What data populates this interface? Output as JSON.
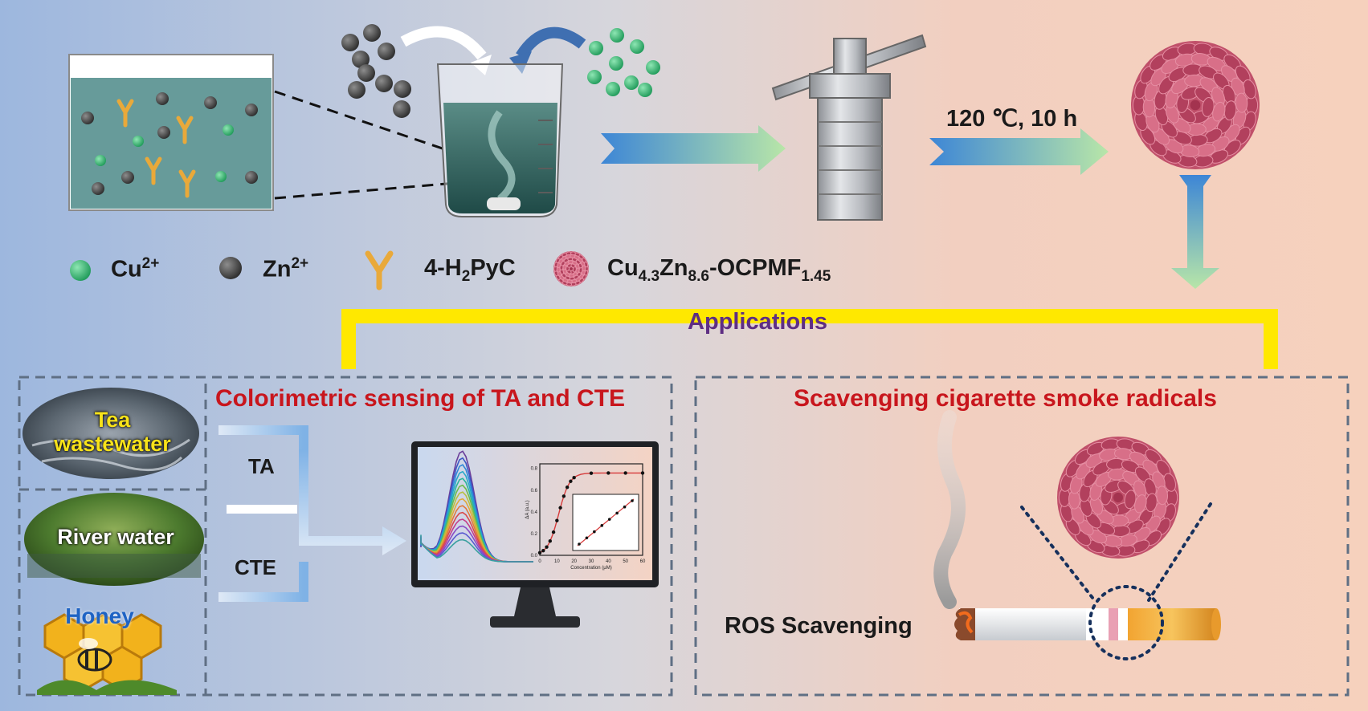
{
  "condition_label": "120 ℃, 10 h",
  "legend": {
    "cu": {
      "ion": "Cu",
      "charge": "2+",
      "color": "#3fb877"
    },
    "zn": {
      "ion": "Zn",
      "charge": "2+",
      "color": "#4a4a4a"
    },
    "ligand": {
      "a": "4-H",
      "b": "2",
      "c": "PyC",
      "color": "#e9a93a"
    },
    "product": {
      "a": "Cu",
      "b": "4.3",
      "c": "Zn",
      "d": "8.6",
      "e": "-OCPMF",
      "f": "1.45",
      "color": "#c0506a"
    }
  },
  "applications_label": "Applications",
  "sensing": {
    "title": "Colorimetric sensing of TA and CTE",
    "sources": [
      {
        "label": "Tea wastewater",
        "line1": "Tea",
        "line2": "wastewater"
      },
      {
        "label": "River water"
      },
      {
        "label": "Honey"
      }
    ],
    "analytes": [
      "TA",
      "CTE"
    ],
    "inset": {
      "xlabel": "Concentration (μM)",
      "ylabel": "ΔA (a.u.)",
      "xticks": [
        "0",
        "10",
        "20",
        "30",
        "40",
        "50",
        "60"
      ],
      "yticks": [
        "0.0",
        "0.2",
        "0.4",
        "0.6",
        "0.8"
      ]
    }
  },
  "scavenging": {
    "title": "Scavenging cigarette smoke radicals",
    "ros_label": "ROS Scavenging"
  },
  "colors": {
    "accent_yellow": "#ffe800",
    "title_red": "#c8161d",
    "applications_text": "#5e2e83",
    "dash_border": "#5f6f84"
  }
}
